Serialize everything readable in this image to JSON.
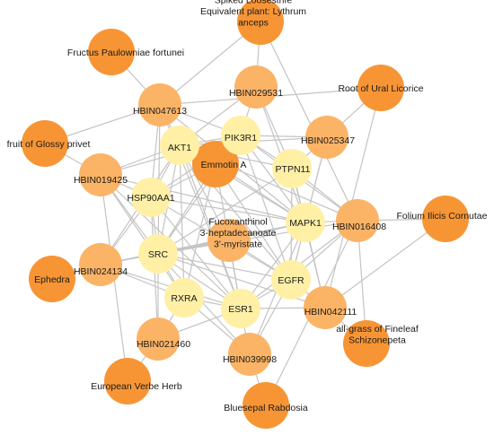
{
  "colors": {
    "background": "#ffffff",
    "edge": "#c4c4c4",
    "herb": "#f79535",
    "compound": "#fbb366",
    "target": "#fff0a6",
    "label": "#1a1a1a"
  },
  "nodes": [
    {
      "id": "spiked",
      "type": "herb",
      "label": [
        "Spiked Loosestrife",
        "Equivalent plant: Lythrum",
        "anceps"
      ]
    },
    {
      "id": "paulownia",
      "type": "herb",
      "label": [
        "Fructus Paulowniae fortunei"
      ]
    },
    {
      "id": "licorice",
      "type": "herb",
      "label": [
        "Root of Ural Licorice"
      ]
    },
    {
      "id": "privet",
      "type": "herb",
      "label": [
        "fruit of Glossy privet"
      ]
    },
    {
      "id": "ilicis",
      "type": "herb",
      "label": [
        "Folium Ilicis Cornutae"
      ]
    },
    {
      "id": "ephedra",
      "type": "herb",
      "label": [
        "Ephedra"
      ]
    },
    {
      "id": "fineleaf",
      "type": "herb",
      "label": [
        "all-grass of Fineleaf",
        "Schizonepeta"
      ]
    },
    {
      "id": "verbe",
      "type": "herb",
      "label": [
        "European Verbe Herb"
      ]
    },
    {
      "id": "rabdosia",
      "type": "herb",
      "label": [
        "Bluesepal Rabdosia"
      ]
    },
    {
      "id": "c047613",
      "type": "compound",
      "label": [
        "HBIN047613"
      ]
    },
    {
      "id": "c029531",
      "type": "compound",
      "label": [
        "HBIN029531"
      ]
    },
    {
      "id": "c025347",
      "type": "compound",
      "label": [
        "HBIN025347"
      ]
    },
    {
      "id": "c019425",
      "type": "compound",
      "label": [
        "HBIN019425"
      ]
    },
    {
      "id": "emmotin",
      "type": "herb",
      "label": [
        "Emmotin A"
      ]
    },
    {
      "id": "c016408",
      "type": "compound",
      "label": [
        "HBIN016408"
      ]
    },
    {
      "id": "c024134",
      "type": "compound",
      "label": [
        "HBIN024134"
      ]
    },
    {
      "id": "c042111",
      "type": "compound",
      "label": [
        "HBIN042111"
      ]
    },
    {
      "id": "c021460",
      "type": "compound",
      "label": [
        "HBIN021460"
      ]
    },
    {
      "id": "c039998",
      "type": "compound",
      "label": [
        "HBIN039998"
      ]
    },
    {
      "id": "fucox",
      "type": "compound",
      "label": [
        "Fucoxanthinol",
        "3-heptadecanoate",
        "3'-myristate"
      ]
    },
    {
      "id": "akt1",
      "type": "target",
      "label": [
        "AKT1"
      ]
    },
    {
      "id": "pik3r1",
      "type": "target",
      "label": [
        "PIK3R1"
      ]
    },
    {
      "id": "ptpn11",
      "type": "target",
      "label": [
        "PTPN11"
      ]
    },
    {
      "id": "hsp90aa1",
      "type": "target",
      "label": [
        "HSP90AA1"
      ]
    },
    {
      "id": "mapk1",
      "type": "target",
      "label": [
        "MAPK1"
      ]
    },
    {
      "id": "src",
      "type": "target",
      "label": [
        "SRC"
      ]
    },
    {
      "id": "egfr",
      "type": "target",
      "label": [
        "EGFR"
      ]
    },
    {
      "id": "rxra",
      "type": "target",
      "label": [
        "RXRA"
      ]
    },
    {
      "id": "esr1",
      "type": "target",
      "label": [
        "ESR1"
      ]
    }
  ],
  "edges": [
    [
      "spiked",
      "c029531"
    ],
    [
      "spiked",
      "c047613"
    ],
    [
      "spiked",
      "c016408"
    ],
    [
      "paulownia",
      "c047613"
    ],
    [
      "licorice",
      "c047613"
    ],
    [
      "licorice",
      "c025347"
    ],
    [
      "licorice",
      "c042111"
    ],
    [
      "privet",
      "c019425"
    ],
    [
      "privet",
      "c047613"
    ],
    [
      "ilicis",
      "c016408"
    ],
    [
      "ilicis",
      "c042111"
    ],
    [
      "ephedra",
      "c024134"
    ],
    [
      "fineleaf",
      "c042111"
    ],
    [
      "fineleaf",
      "c016408"
    ],
    [
      "verbe",
      "c021460"
    ],
    [
      "verbe",
      "c019425"
    ],
    [
      "rabdosia",
      "c039998"
    ],
    [
      "rabdosia",
      "c016408"
    ],
    [
      "c047613",
      "akt1"
    ],
    [
      "c047613",
      "pik3r1"
    ],
    [
      "c047613",
      "hsp90aa1"
    ],
    [
      "c047613",
      "src"
    ],
    [
      "c047613",
      "esr1"
    ],
    [
      "c047613",
      "mapk1"
    ],
    [
      "c029531",
      "pik3r1"
    ],
    [
      "c029531",
      "akt1"
    ],
    [
      "c029531",
      "ptpn11"
    ],
    [
      "c029531",
      "mapk1"
    ],
    [
      "c025347",
      "pik3r1"
    ],
    [
      "c025347",
      "ptpn11"
    ],
    [
      "c025347",
      "mapk1"
    ],
    [
      "c025347",
      "egfr"
    ],
    [
      "c025347",
      "akt1"
    ],
    [
      "c019425",
      "akt1"
    ],
    [
      "c019425",
      "hsp90aa1"
    ],
    [
      "c019425",
      "src"
    ],
    [
      "c019425",
      "rxra"
    ],
    [
      "c019425",
      "esr1"
    ],
    [
      "c019425",
      "mapk1"
    ],
    [
      "c019425",
      "pik3r1"
    ],
    [
      "emmotin",
      "akt1"
    ],
    [
      "emmotin",
      "pik3r1"
    ],
    [
      "emmotin",
      "hsp90aa1"
    ],
    [
      "emmotin",
      "mapk1"
    ],
    [
      "emmotin",
      "src"
    ],
    [
      "emmotin",
      "egfr"
    ],
    [
      "emmotin",
      "esr1"
    ],
    [
      "emmotin",
      "rxra"
    ],
    [
      "c016408",
      "mapk1"
    ],
    [
      "c016408",
      "egfr"
    ],
    [
      "c016408",
      "ptpn11"
    ],
    [
      "c016408",
      "esr1"
    ],
    [
      "c016408",
      "src"
    ],
    [
      "c016408",
      "akt1"
    ],
    [
      "c016408",
      "pik3r1"
    ],
    [
      "c024134",
      "src"
    ],
    [
      "c024134",
      "hsp90aa1"
    ],
    [
      "c024134",
      "rxra"
    ],
    [
      "c024134",
      "esr1"
    ],
    [
      "c024134",
      "akt1"
    ],
    [
      "c024134",
      "mapk1"
    ],
    [
      "c042111",
      "egfr"
    ],
    [
      "c042111",
      "esr1"
    ],
    [
      "c042111",
      "mapk1"
    ],
    [
      "c042111",
      "src"
    ],
    [
      "c042111",
      "ptpn11"
    ],
    [
      "c021460",
      "rxra"
    ],
    [
      "c021460",
      "esr1"
    ],
    [
      "c021460",
      "src"
    ],
    [
      "c021460",
      "hsp90aa1"
    ],
    [
      "c039998",
      "esr1"
    ],
    [
      "c039998",
      "egfr"
    ],
    [
      "c039998",
      "rxra"
    ],
    [
      "c039998",
      "mapk1"
    ],
    [
      "c039998",
      "src"
    ],
    [
      "fucox",
      "src"
    ],
    [
      "fucox",
      "mapk1"
    ],
    [
      "fucox",
      "akt1"
    ],
    [
      "fucox",
      "esr1"
    ],
    [
      "fucox",
      "egfr"
    ],
    [
      "akt1",
      "pik3r1"
    ],
    [
      "akt1",
      "hsp90aa1"
    ],
    [
      "akt1",
      "src"
    ],
    [
      "akt1",
      "mapk1"
    ],
    [
      "akt1",
      "egfr"
    ],
    [
      "akt1",
      "esr1"
    ],
    [
      "akt1",
      "rxra"
    ],
    [
      "akt1",
      "ptpn11"
    ],
    [
      "pik3r1",
      "ptpn11"
    ],
    [
      "pik3r1",
      "src"
    ],
    [
      "pik3r1",
      "egfr"
    ],
    [
      "pik3r1",
      "hsp90aa1"
    ],
    [
      "pik3r1",
      "mapk1"
    ],
    [
      "ptpn11",
      "mapk1"
    ],
    [
      "ptpn11",
      "egfr"
    ],
    [
      "ptpn11",
      "src"
    ],
    [
      "hsp90aa1",
      "src"
    ],
    [
      "hsp90aa1",
      "esr1"
    ],
    [
      "hsp90aa1",
      "egfr"
    ],
    [
      "hsp90aa1",
      "mapk1"
    ],
    [
      "mapk1",
      "egfr"
    ],
    [
      "mapk1",
      "src"
    ],
    [
      "mapk1",
      "esr1"
    ],
    [
      "src",
      "rxra"
    ],
    [
      "src",
      "esr1"
    ],
    [
      "src",
      "egfr"
    ],
    [
      "egfr",
      "esr1"
    ],
    [
      "rxra",
      "esr1"
    ]
  ]
}
